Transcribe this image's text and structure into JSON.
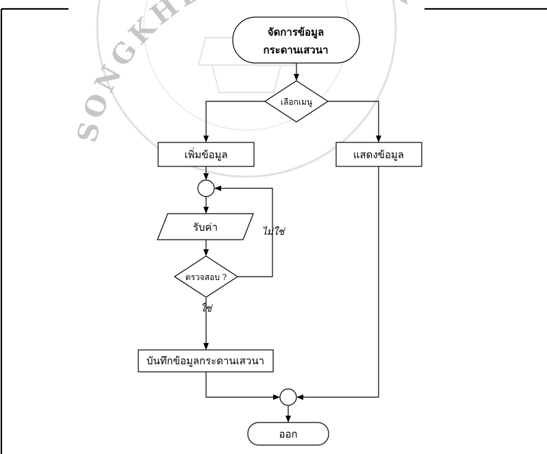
{
  "flowchart": {
    "start": "จัดการข้อมูล",
    "start_line2": "กระดานเสวนา",
    "menu_decision": "เลือกเมนู",
    "add_data": "เพิ่มข้อมูล",
    "show_data": "แสดงข้อมูล",
    "input_value": "รับค่า",
    "check": "ตรวจสอบ ?",
    "label_no": "ไม่ใช่",
    "label_yes": "ใช่",
    "save": "บันทึกข้อมูลกระดานเสวนา",
    "end": "ออก"
  },
  "watermark": {
    "text": "SONGKHLA RAJABHAT UNIVERSITY"
  }
}
